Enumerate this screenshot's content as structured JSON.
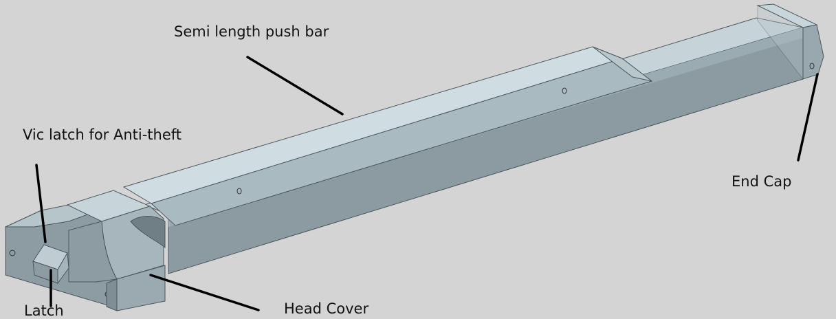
{
  "labels": {
    "push_bar": "Semi length push bar",
    "vic_latch": "Vic latch for Anti-theft",
    "end_cap": "End Cap",
    "latch": "Latch",
    "head_cover": "Head Cover"
  },
  "colors": {
    "background": "#d4d4d4",
    "bar_top": "#c8d6db",
    "bar_front": "#8e9ea4",
    "bar_dark": "#7a8a90",
    "edge": "#4a565a",
    "leader": "#000000"
  }
}
